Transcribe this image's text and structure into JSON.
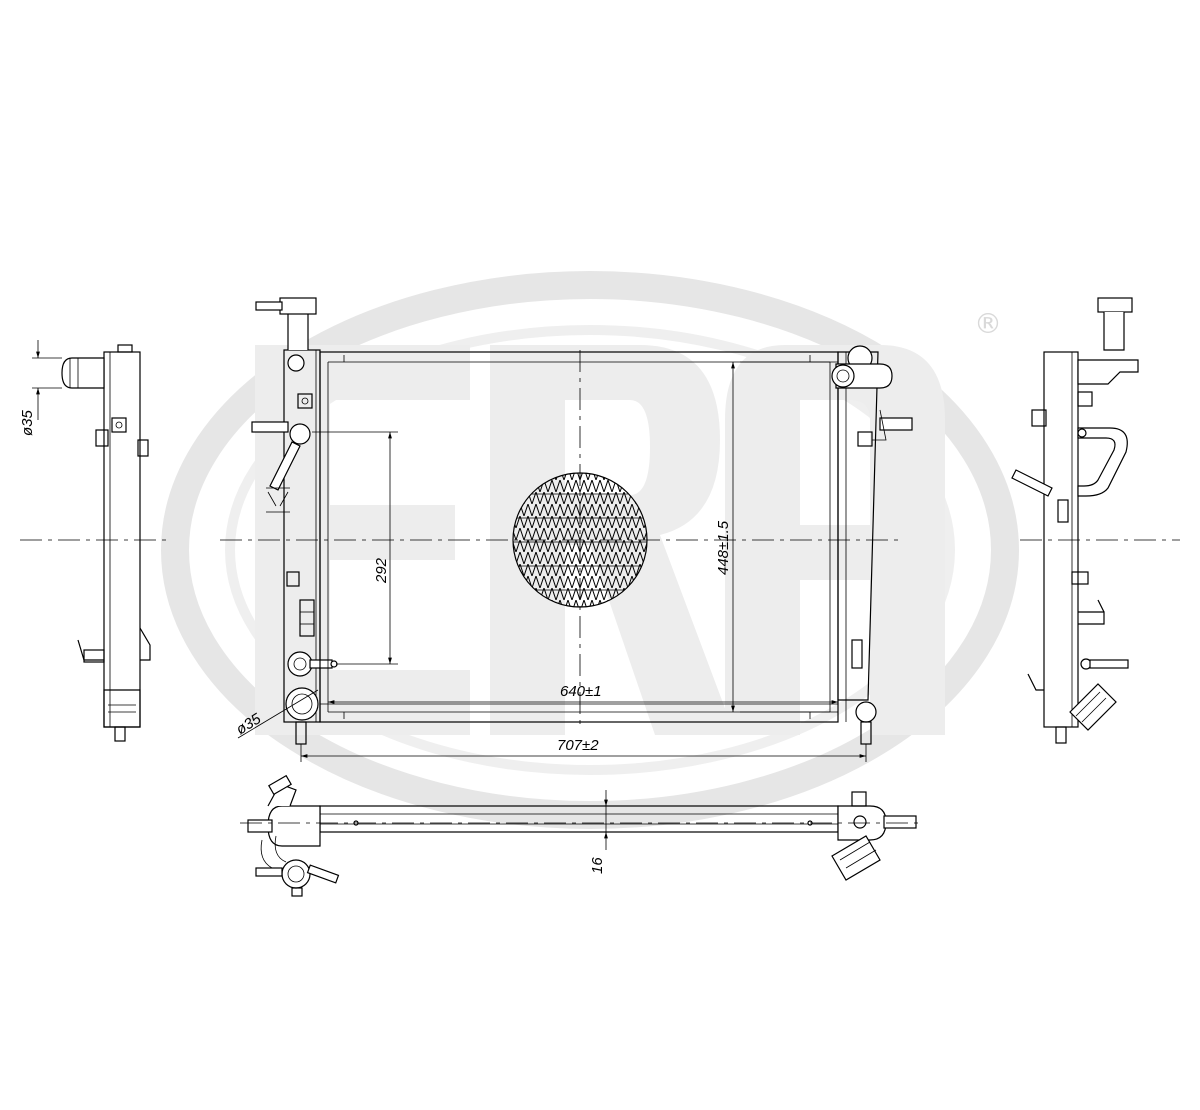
{
  "watermark": {
    "brand_letters": "ERA",
    "registered_mark": "®",
    "color": "#e6e6e6"
  },
  "dimensions": {
    "inlet_diameter_side": "ø35",
    "inlet_diameter_front": "ø35",
    "core_height_inner": "292",
    "overall_height": "448±1.5",
    "core_width": "640±1",
    "overall_width": "707±2",
    "core_thickness": "16"
  },
  "colors": {
    "line": "#000000",
    "background": "#ffffff"
  }
}
